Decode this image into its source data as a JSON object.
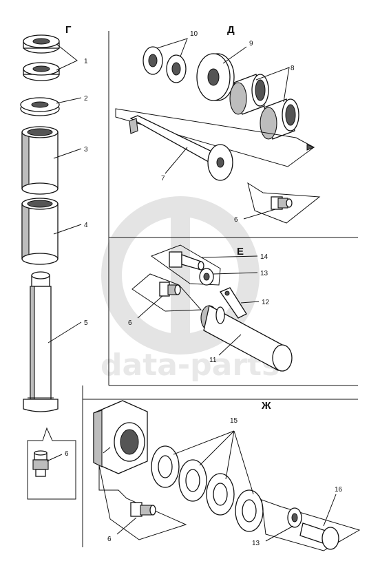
{
  "sections": {
    "g": "Г",
    "d": "Д",
    "e": "Е",
    "zh": "Ж"
  },
  "callouts": {
    "g1": "1",
    "g2": "2",
    "g3": "3",
    "g4": "4",
    "g5": "5",
    "g6": "6",
    "d10": "10",
    "d9": "9",
    "d8": "8",
    "d7": "7",
    "d6": "6",
    "e14": "14",
    "e13": "13",
    "e12": "12",
    "e11": "11",
    "e6": "6",
    "zh15": "15",
    "zh16": "16",
    "zh13": "13",
    "zh6": "6"
  },
  "watermark": {
    "text": "data-parts",
    "color": "#d6d6d6"
  },
  "colors": {
    "ink": "#111111",
    "shade": "#bdbdbd",
    "background": "#ffffff"
  }
}
